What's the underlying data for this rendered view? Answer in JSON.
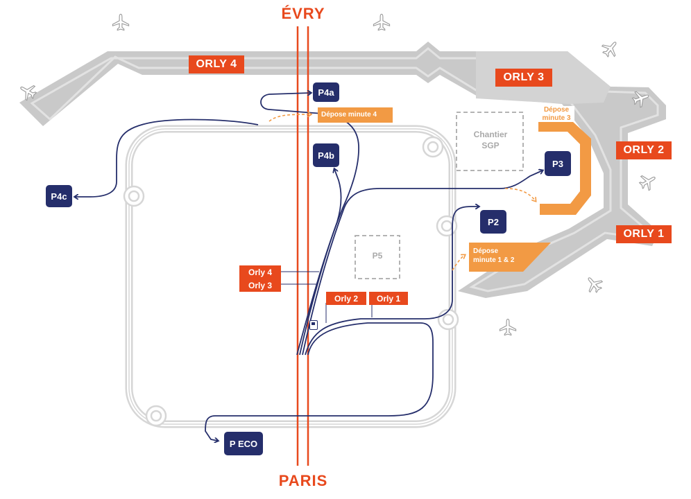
{
  "map": {
    "cities": {
      "north": "ÉVRY",
      "south": "PARIS"
    },
    "terminals": {
      "orly4": "ORLY 4",
      "orly3": "ORLY 3",
      "orly2": "ORLY 2",
      "orly1": "ORLY 1"
    },
    "parkings": {
      "p4a": "P4a",
      "p4b": "P4b",
      "p4c": "P4c",
      "p3": "P3",
      "p2": "P2",
      "peco": "P ECO",
      "p5": "P5"
    },
    "drop_off": {
      "minute4": "Dépose minute 4",
      "minute3_line1": "Dépose",
      "minute3_line2": "minute 3",
      "minute12_line1": "Dépose",
      "minute12_line2": "minute 1 & 2"
    },
    "construction": {
      "line1": "Chantier",
      "line2": "SGP"
    },
    "road_exits": {
      "orly4": "Orly 4",
      "orly3": "Orly 3",
      "orly2": "Orly 2",
      "orly1": "Orly 1"
    },
    "icons": {
      "airplane": "airplane-icon",
      "fuel": "fuel-station-icon"
    },
    "colors": {
      "brand_orange": "#e8491d",
      "drop_off_orange": "#f29a44",
      "route_navy": "#252e6b",
      "building_gray": "#c9c9c9",
      "ring_road_gray": "#d6d6d6"
    }
  }
}
